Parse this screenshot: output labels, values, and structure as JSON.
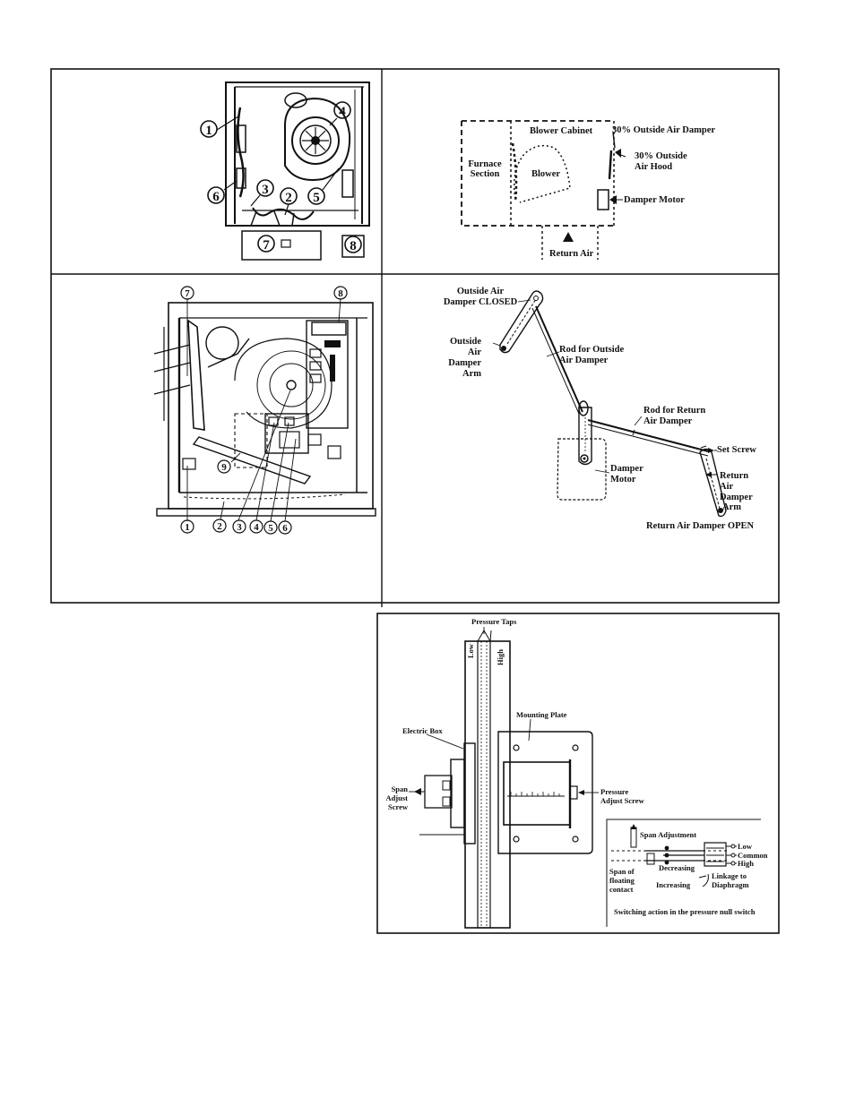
{
  "panel1": {
    "callouts": [
      "1",
      "2",
      "3",
      "4",
      "5",
      "6",
      "7",
      "8"
    ]
  },
  "panel2": {
    "blower_cabinet": "Blower Cabinet",
    "outside_air_damper": "30% Outside Air Damper",
    "furnace_section_line1": "Furnace",
    "furnace_section_line2": "Section",
    "blower": "Blower",
    "outside_air_hood_line1": "30% Outside",
    "outside_air_hood_line2": "Air Hood",
    "damper_motor": "Damper Motor",
    "return_air": "Return Air"
  },
  "panel3": {
    "callouts": [
      "7",
      "8",
      "9",
      "1",
      "2",
      "3",
      "4",
      "5",
      "6"
    ]
  },
  "panel4": {
    "outside_damper_closed_line1": "Outside Air",
    "outside_damper_closed_line2": "Damper CLOSED",
    "oa_arm_line1": "Outside",
    "oa_arm_line2": "Air",
    "oa_arm_line3": "Damper",
    "oa_arm_line4": "Arm",
    "rod_outside_line1": "Rod for Outside",
    "rod_outside_line2": "Air Damper",
    "rod_return_line1": "Rod for Return",
    "rod_return_line2": "Air Damper",
    "set_screw": "Set Screw",
    "damper_motor_line1": "Damper",
    "damper_motor_line2": "Motor",
    "ra_arm_line1": "Return",
    "ra_arm_line2": "Air",
    "ra_arm_line3": "Damper",
    "ra_arm_line4": "Arm",
    "return_damper_open": "Return Air Damper OPEN"
  },
  "panel5": {
    "pressure_taps": "Pressure Taps",
    "low": "Low",
    "high": "High",
    "mounting_plate": "Mounting Plate",
    "electric_box": "Electric Box",
    "span_adjust_line1": "Span",
    "span_adjust_line2": "Adjust",
    "span_adjust_line3": "Screw",
    "pressure_adjust_line1": "Pressure",
    "pressure_adjust_line2": "Adjust Screw",
    "inset": {
      "span_adjustment": "Span Adjustment",
      "low": "Low",
      "common": "Common",
      "high": "High",
      "decreasing": "Decreasing",
      "linkage_line1": "Linkage to",
      "linkage_line2": "Diaphragm",
      "span_floating_line1": "Span of",
      "span_floating_line2": "floating",
      "span_floating_line3": "contact",
      "increasing": "Increasing",
      "caption": "Switching action in the pressure null switch"
    }
  }
}
